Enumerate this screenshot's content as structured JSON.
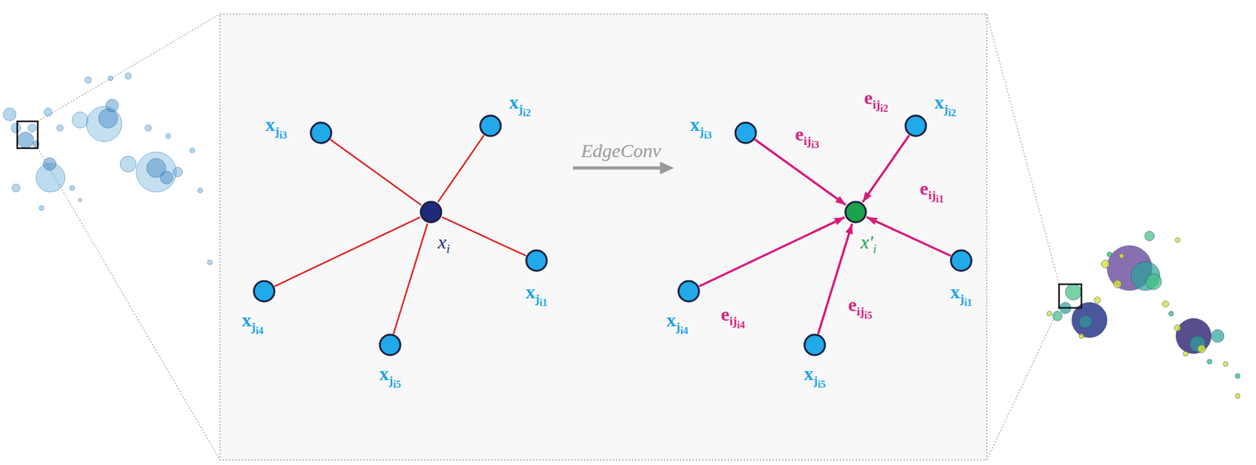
{
  "diagram": {
    "nodes": [
      {
        "text": [
          "xi"
        ]
      },
      {
        "text": [
          "xji1"
        ]
      },
      {
        "text": [
          "xji2"
        ]
      },
      {
        "text": [
          "xji3"
        ]
      },
      {
        "text": [
          "xji4"
        ]
      },
      {
        "text": [
          "xji5"
        ]
      },
      {
        "text": [
          "x'i"
        ]
      },
      {
        "text": [
          "xji1"
        ]
      },
      {
        "text": [
          "xji2"
        ]
      },
      {
        "text": [
          "xji3"
        ]
      },
      {
        "text": [
          "xji4"
        ]
      },
      {
        "text": [
          "xji5"
        ]
      }
    ],
    "edges": [
      {
        "from": 1,
        "to": 0,
        "arrow": "none"
      },
      {
        "from": 2,
        "to": 0,
        "arrow": "none"
      },
      {
        "from": 3,
        "to": 0,
        "arrow": "none"
      },
      {
        "from": 4,
        "to": 0,
        "arrow": "none"
      },
      {
        "from": 5,
        "to": 0,
        "arrow": "none"
      },
      {
        "from": 7,
        "to": 6,
        "arrow": "to",
        "label": "eiji1"
      },
      {
        "from": 8,
        "to": 6,
        "arrow": "to",
        "label": "eiji2"
      },
      {
        "from": 9,
        "to": 6,
        "arrow": "to",
        "label": "eiji3"
      },
      {
        "from": 10,
        "to": 6,
        "arrow": "to",
        "label": "eiji4"
      },
      {
        "from": 11,
        "to": 6,
        "arrow": "to",
        "label": "eiji5"
      }
    ],
    "labels": [
      "EdgeConv"
    ]
  }
}
